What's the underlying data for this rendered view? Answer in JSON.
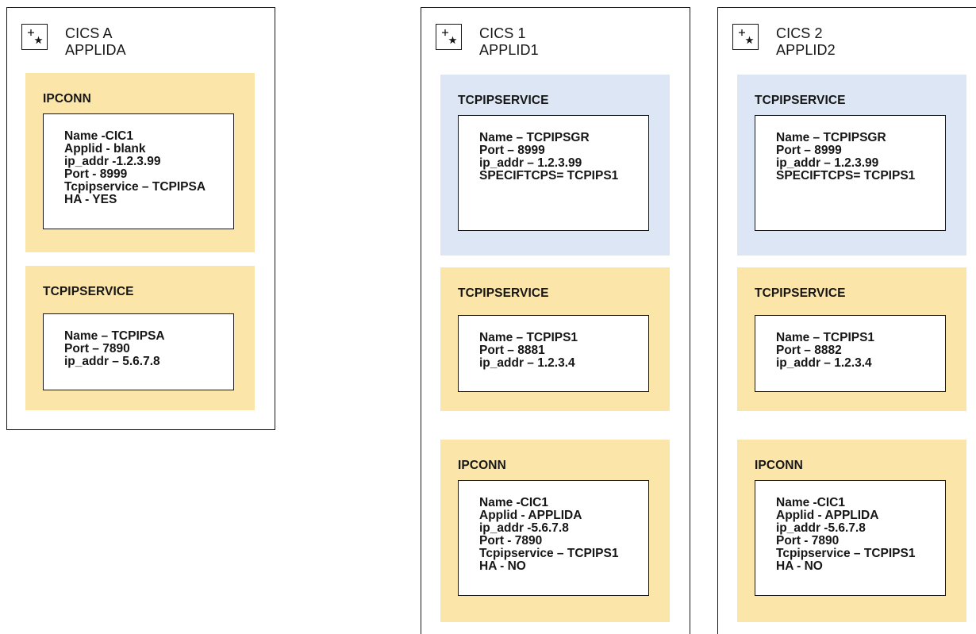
{
  "regions": [
    {
      "title": "CICS A",
      "applid": "APPLIDA",
      "icon": "plus-star-icon",
      "panels": [
        {
          "type": "IPCONN",
          "lines": [
            "Name -CIC1",
            "Applid - blank",
            "ip_addr -1.2.3.99",
            "Port - 8999",
            "Tcpipservice – TCPIPSA",
            "HA - YES"
          ]
        },
        {
          "type": "TCPIPSERVICE",
          "lines": [
            "Name – TCPIPSA",
            "Port – 7890",
            "ip_addr – 5.6.7.8"
          ]
        }
      ]
    },
    {
      "title": "CICS 1",
      "applid": "APPLID1",
      "icon": "plus-star-icon",
      "panels": [
        {
          "type": "TCPIPSERVICE",
          "lines": [
            "Name – TCPIPSGR",
            "Port – 8999",
            "ip_addr – 1.2.3.99",
            "SPECIFTCPS= TCPIPS1"
          ]
        },
        {
          "type": "TCPIPSERVICE",
          "lines": [
            "Name – TCPIPS1",
            "Port – 8881",
            "ip_addr – 1.2.3.4"
          ]
        },
        {
          "type": "IPCONN",
          "lines": [
            "Name -CIC1",
            "Applid - APPLIDA",
            "ip_addr -5.6.7.8",
            "Port - 7890",
            "Tcpipservice – TCPIPS1",
            "HA - NO"
          ]
        }
      ]
    },
    {
      "title": "CICS 2",
      "applid": "APPLID2",
      "icon": "plus-star-icon",
      "panels": [
        {
          "type": "TCPIPSERVICE",
          "lines": [
            "Name – TCPIPSGR",
            "Port – 8999",
            "ip_addr – 1.2.3.99",
            "SPECIFTCPS= TCPIPS1"
          ]
        },
        {
          "type": "TCPIPSERVICE",
          "lines": [
            "Name – TCPIPS1",
            "Port – 8882",
            "ip_addr – 1.2.3.4"
          ]
        },
        {
          "type": "IPCONN",
          "lines": [
            "Name -CIC1",
            "Applid - APPLIDA",
            "ip_addr -5.6.7.8",
            "Port - 7890",
            "Tcpipservice – TCPIPS1",
            "HA - NO"
          ]
        }
      ]
    }
  ],
  "colors": {
    "yellow_panel": "#fbe5a8",
    "blue_panel": "#dce6f4",
    "line": "#161616"
  }
}
